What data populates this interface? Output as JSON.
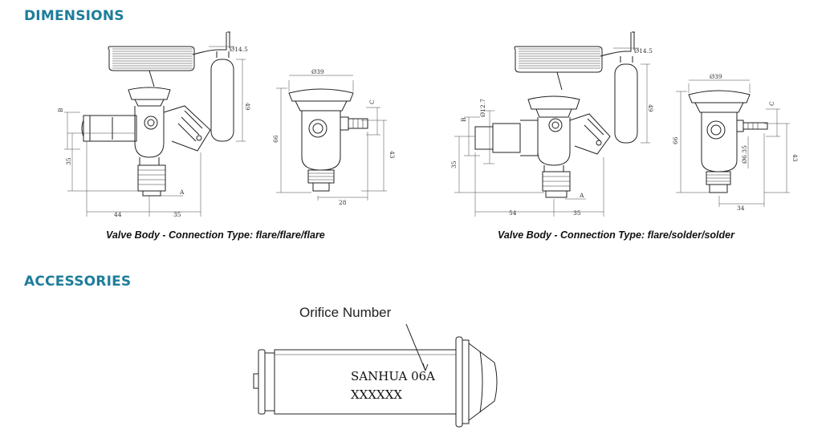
{
  "dimensions": {
    "heading": "DIMENSIONS",
    "left_figure": {
      "caption": "Valve Body - Connection Type: flare/flare/flare",
      "labels": {
        "bulb_dia": "Ø14.5",
        "bulb_len": "49",
        "b": "B",
        "a": "A",
        "h35": "35",
        "w44": "44",
        "w35": "35"
      }
    },
    "left_side_view": {
      "labels": {
        "top_dia": "Ø39",
        "height": "66",
        "c": "C",
        "h43": "43",
        "w28": "28"
      }
    },
    "right_figure": {
      "caption": "Valve Body - Connection Type: flare/solder/solder",
      "labels": {
        "bulb_dia": "Ø14.5",
        "bulb_len": "49",
        "b": "B",
        "a": "A",
        "pipe_dia": "Ø12.7",
        "h35": "35",
        "w54": "54",
        "w35": "35"
      }
    },
    "right_side_view": {
      "labels": {
        "top_dia": "Ø39",
        "height": "66",
        "c": "C",
        "pipe_dia": "Ø6.35",
        "h43": "43",
        "w34": "34"
      }
    }
  },
  "accessories": {
    "heading": "ACCESSORIES",
    "orifice": {
      "label": "Orifice Number",
      "line1": "SANHUA 06A",
      "line2": "XXXXXX"
    }
  }
}
